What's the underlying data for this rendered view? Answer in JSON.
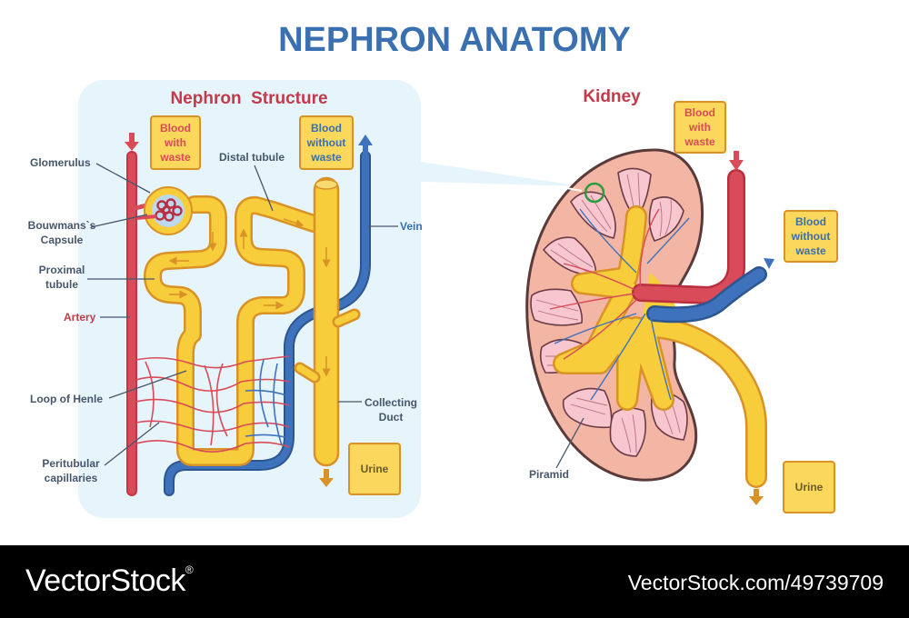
{
  "title": "NEPHRON ANATOMY",
  "left_panel": {
    "heading": "Nephron  Structure",
    "box_in": [
      "Blood",
      "with",
      "waste"
    ],
    "box_out": [
      "Blood",
      "without",
      "waste"
    ],
    "box_urine": "Urine",
    "labels": {
      "glomerulus": "Glomerulus",
      "capsule": [
        "Bouwmans`s",
        "Capsule"
      ],
      "proximal": [
        "Proximal",
        "tubule"
      ],
      "artery": "Artery",
      "loop": "Loop of Henle",
      "peritubular": [
        "Peritubular",
        "capillaries"
      ],
      "distal": "Distal tubule",
      "vein": "Vein",
      "collecting": [
        "Collecting",
        "Duct"
      ]
    }
  },
  "right_panel": {
    "heading": "Kidney",
    "box_in": [
      "Blood",
      "with",
      "waste"
    ],
    "box_out": [
      "Blood",
      "without",
      "waste"
    ],
    "box_urine": "Urine",
    "label_pyramid": "Piramid"
  },
  "footer": {
    "brand": "VectorStock",
    "brand_mark": "®",
    "reference": "VectorStock.com/49739709"
  },
  "colors": {
    "title": "#3a6fb0",
    "heading": "#c23b4a",
    "artery": "#d44350",
    "vein": "#3566b0",
    "tubule": "#f7cd3c",
    "tubule_edge": "#d99226",
    "panel_bg": "#e6f4fc",
    "kidney_fill": "#f4b6a4",
    "label": "#47576b"
  }
}
